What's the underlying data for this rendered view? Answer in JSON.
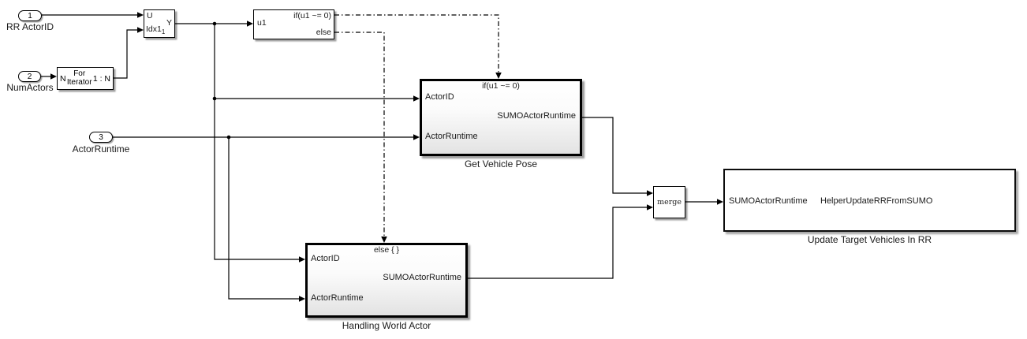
{
  "colors": {
    "background": "#ffffff",
    "line": "#000000",
    "block_fill_top": "#ffffff",
    "block_fill_bottom": "#e3e3e3",
    "shadow": "#999999"
  },
  "inports": {
    "p1": {
      "num": "1",
      "label": "RR ActorID"
    },
    "p2": {
      "num": "2",
      "label": "NumActors"
    },
    "p3": {
      "num": "3",
      "label": "ActorRuntime"
    }
  },
  "selector": {
    "u": "U",
    "idx": "Idx1",
    "idx_sub": "1",
    "y": "Y"
  },
  "for_iterator": {
    "n": "N",
    "line1": "For",
    "line2": "Iterator",
    "out": "1 : N"
  },
  "if_block": {
    "u1": "u1",
    "if_out": "if(u1 ~= 0)",
    "else_out": "else"
  },
  "gvp": {
    "condition": "if(u1 ~= 0)",
    "actor_id": "ActorID",
    "actor_runtime": "ActorRuntime",
    "out": "SUMOActorRuntime",
    "name": "Get Vehicle Pose"
  },
  "hwa": {
    "condition": "else { }",
    "actor_id": "ActorID",
    "actor_runtime": "ActorRuntime",
    "out": "SUMOActorRuntime",
    "name": "Handling World Actor"
  },
  "merge": {
    "label": "merge"
  },
  "update": {
    "in": "SUMOActorRuntime",
    "fn": "HelperUpdateRRFromSUMO",
    "name": "Update Target Vehicles In RR"
  }
}
